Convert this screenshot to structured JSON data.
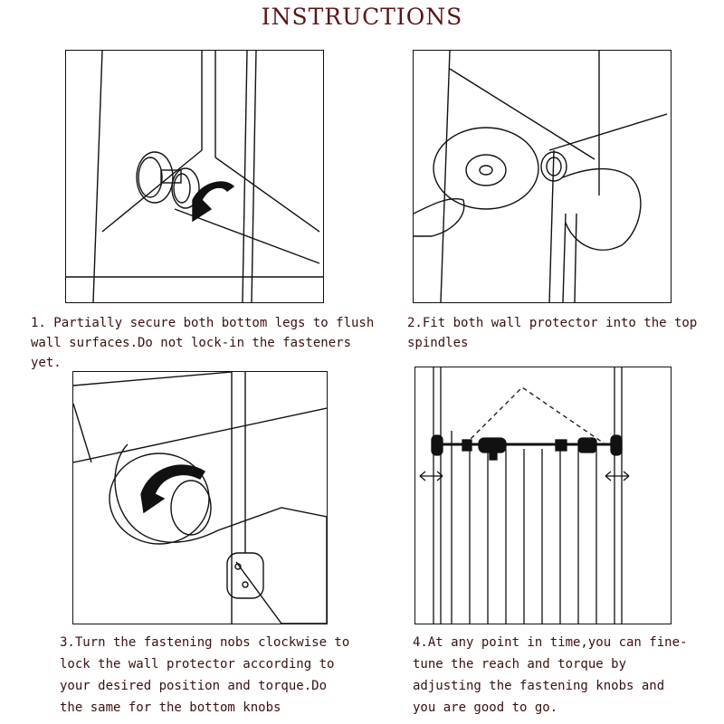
{
  "title": "INSTRUCTIONS",
  "steps": [
    {
      "text": "1. Partially secure both bottom legs to flush\nwall surfaces.Do not lock-in the fasteners yet."
    },
    {
      "text": "2.Fit both wall protector into the top\nspindles"
    },
    {
      "text": "3.Turn the fastening nobs clockwise to\nlock the wall protector according to\nyour desired position and torque.Do\nthe same for the bottom knobs"
    },
    {
      "text": "4.At any point in time,you can fine-\ntune the reach and torque by\nadjusting the fastening knobs and\nyou are good to go."
    }
  ],
  "colors": {
    "title": "#5a1614",
    "caption": "#3a0f0f",
    "line": "#111111"
  },
  "icons": [
    "clockwise-arrow-icon",
    "clockwise-arrow-icon",
    "double-arrow-icon"
  ]
}
